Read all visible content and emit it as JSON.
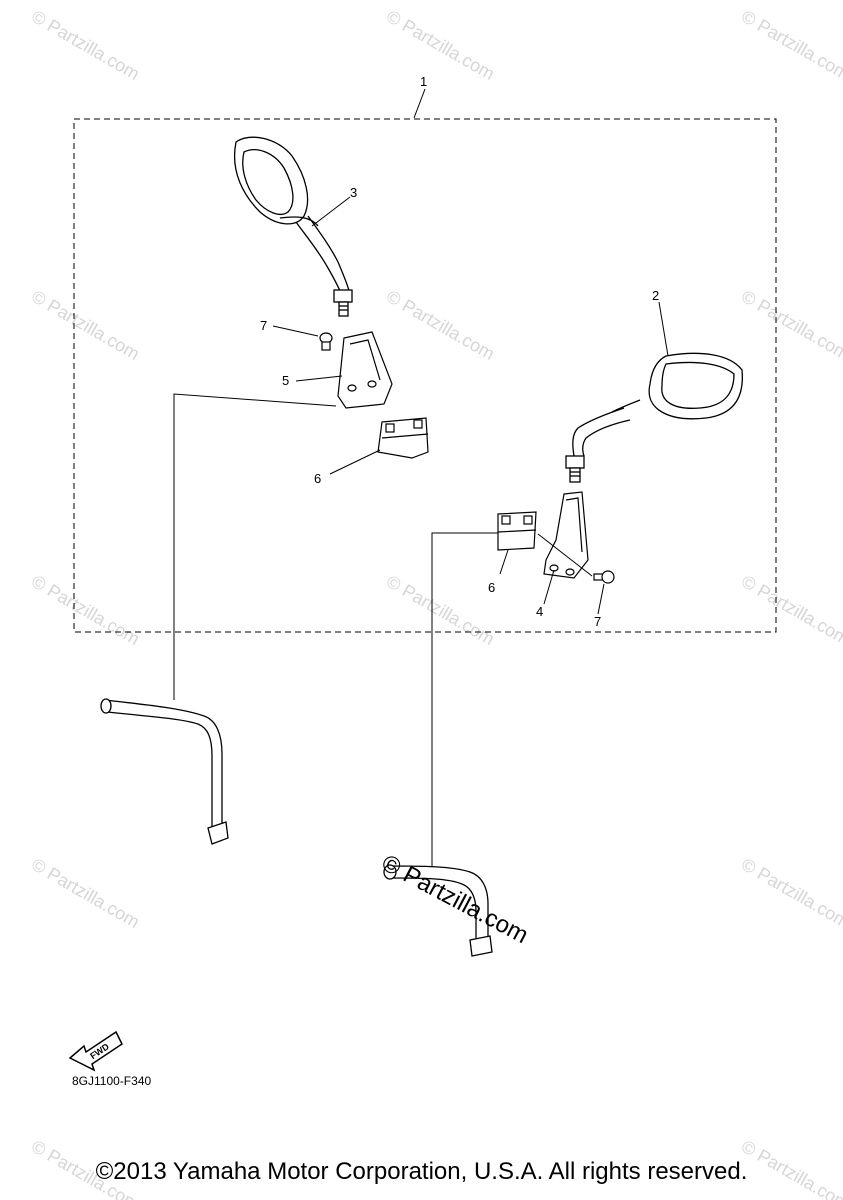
{
  "assembly_box_label": "1",
  "callouts": {
    "rear_view_mirror_right": "2",
    "rear_view_mirror_left": "3",
    "mirror_stay_right": "4",
    "mirror_stay_left": "5",
    "stay_clamp_left": "6",
    "stay_clamp_right": "6",
    "bolt_left": "7",
    "bolt_right": "7"
  },
  "fwd_label": "FWD",
  "diagram_code": "8GJ1100-F340",
  "watermark_text": "© Partzilla.com",
  "copyright": "©2013 Yamaha Motor Corporation, U.S.A. All rights reserved."
}
